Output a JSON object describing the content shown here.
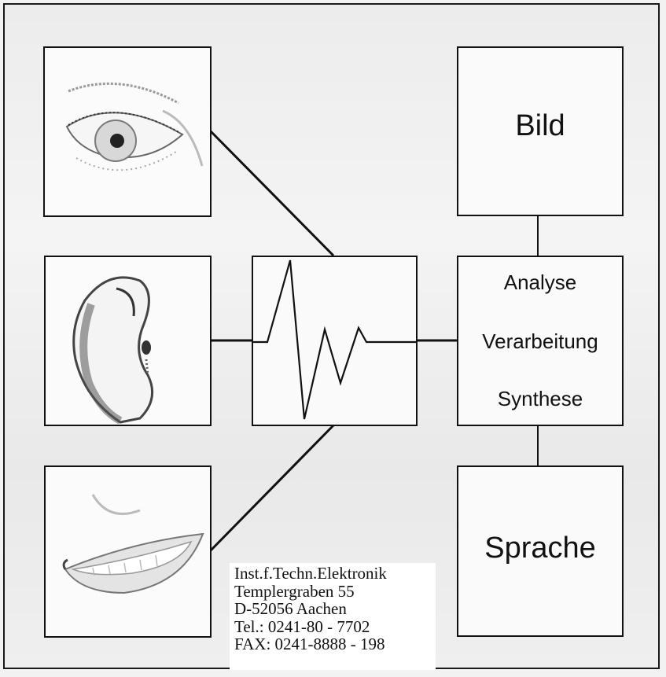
{
  "process": {
    "stage1": "Analyse",
    "stage2": "Verarbeitung",
    "stage3": "Synthese"
  },
  "outputs": {
    "top": "Bild",
    "bottom": "Sprache"
  },
  "inputs": {
    "top_icon": "eye-image",
    "middle_icon": "ear-image",
    "bottom_icon": "mouth-image"
  },
  "address": {
    "line1": "Inst.f.Techn.Elektronik",
    "line2": "Templergraben 55",
    "line3": "D-52056 Aachen",
    "line4": "Tel.: 0241-80 - 7702",
    "line5": "FAX: 0241-8888 - 198"
  },
  "colors": {
    "ink": "#111111",
    "paper": "#f2f2f2"
  }
}
